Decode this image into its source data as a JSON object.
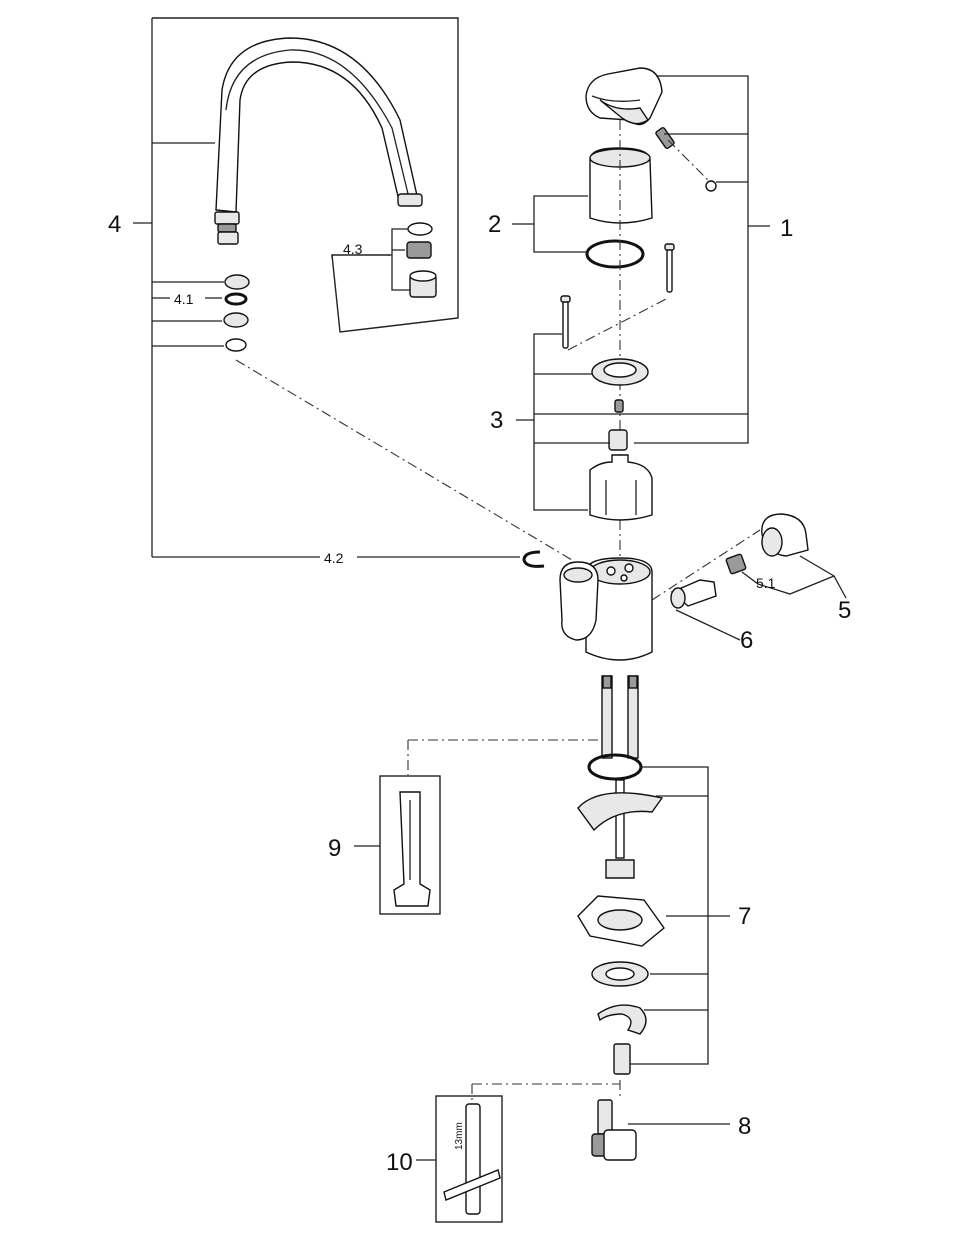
{
  "labels": {
    "p1": "1",
    "p2": "2",
    "p3": "3",
    "p4": "4",
    "p4_1": "4.1",
    "p4_2": "4.2",
    "p4_3": "4.3",
    "p5": "5",
    "p5_1": "5.1",
    "p6": "6",
    "p7": "7",
    "p8": "8",
    "p9": "9",
    "p10": "10",
    "wrench_size": "13mm"
  }
}
